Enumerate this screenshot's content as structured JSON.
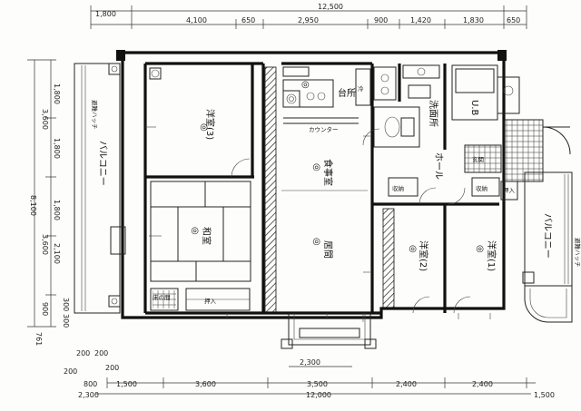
{
  "dimensions": {
    "top_overall": "12,500",
    "top_segments": [
      "1,800",
      "4,100",
      "650",
      "2,950",
      "900",
      "1,420",
      "1,830",
      "650"
    ],
    "left_overall": "8,100",
    "left_segments": [
      "1,800",
      "3,600",
      "1,800",
      "1,800",
      "3,600",
      "2,100",
      "900"
    ],
    "left_small": [
      "300",
      "300",
      "761"
    ],
    "bottom_overall": "12,000",
    "bottom_left_overall": "2,300",
    "bottom_segments": [
      "1,500",
      "3,600",
      "3,500",
      "2,400",
      "2,400"
    ],
    "bottom_right": "1,500",
    "bottom_small": [
      "200",
      "200",
      "200",
      "200",
      "800"
    ],
    "window_bottom": "2,300"
  },
  "rooms": {
    "western_3": "洋室(3)",
    "washitsu": "和室",
    "dining": "食事室",
    "living": "居間",
    "kitchen": "台所",
    "counter": "カウンター",
    "washroom": "洗面所",
    "ub": "U.B",
    "hall": "ホール",
    "entrance": "玄関",
    "western_2": "洋室(2)",
    "western_1": "洋室(1)",
    "balcony_left": "バルコニー",
    "balcony_right": "バルコニー",
    "storage": "収納",
    "closet": "押入",
    "tokonoma": "床の間",
    "evac": "避難ハッチ",
    "fridge": "冷"
  },
  "misc": {
    "room_mark": "◎"
  }
}
